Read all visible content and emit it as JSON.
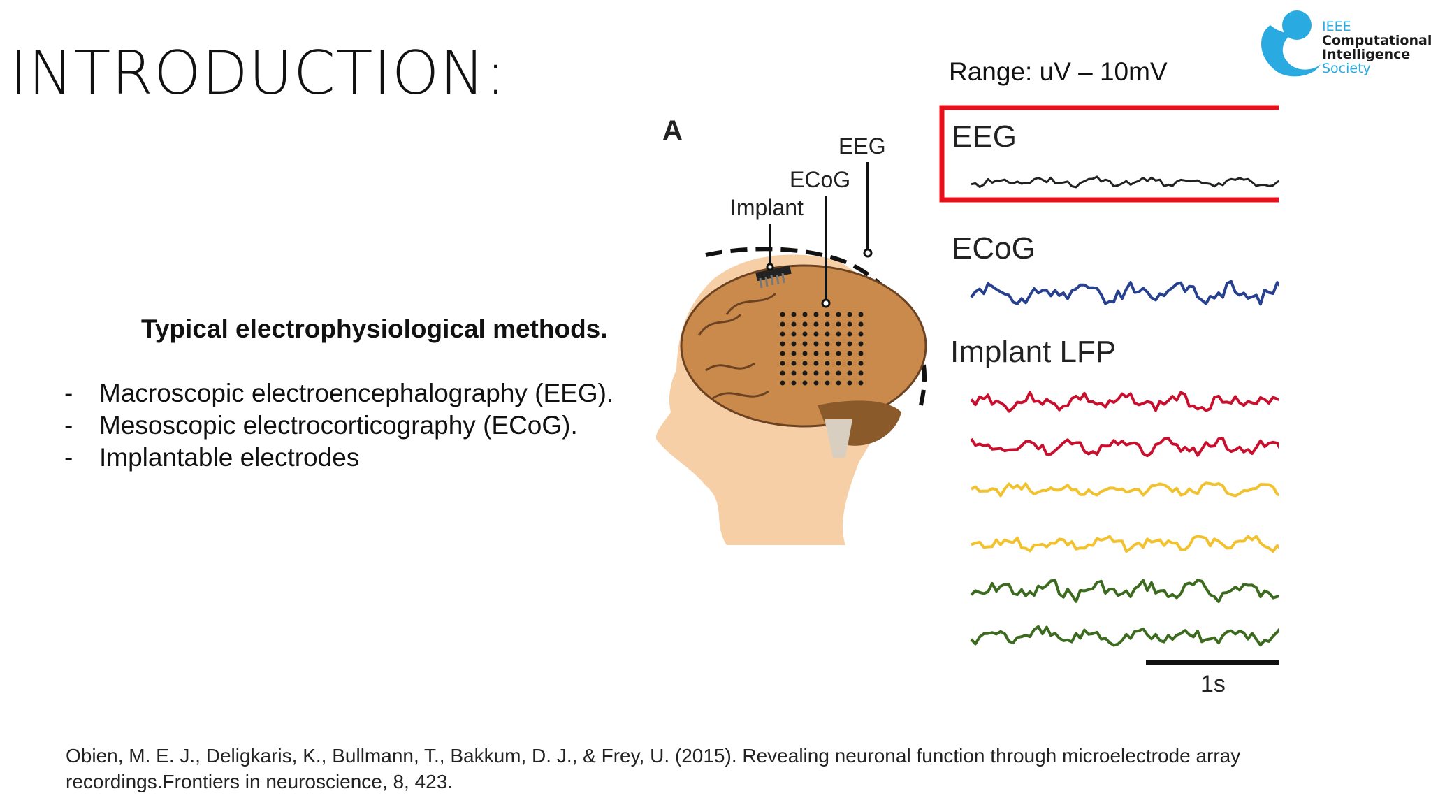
{
  "slide": {
    "title": "INTRODUCTION:",
    "range_label": "Range: uV – 10mV"
  },
  "logo": {
    "line1": "IEEE",
    "line2": "Computational",
    "line3": "Intelligence",
    "line4": "Society",
    "colors": {
      "blue": "#29abe2",
      "text": "#1a1a1a"
    }
  },
  "content": {
    "heading": "Typical electrophysiological methods.",
    "bullet_marker": "-",
    "bullets": [
      "Macroscopic electroencephalography (EEG).",
      "Mesoscopic electrocorticography (ECoG).",
      "Implantable electrodes"
    ]
  },
  "figure": {
    "panel_letter": "A",
    "head_labels": {
      "eeg": "EEG",
      "ecog": "ECoG",
      "implant": "Implant"
    },
    "trace_labels": {
      "eeg": "EEG",
      "ecog": "ECoG",
      "implant_lfp": "Implant LFP"
    },
    "scale_bar": "1s",
    "colors": {
      "highlight_box": "#e8101a",
      "eeg_trace": "#222222",
      "ecog_trace": "#27418f",
      "lfp_red": "#c8102e",
      "lfp_yellow": "#f2c12e",
      "lfp_green": "#3c6a1f",
      "skin": "#f6cfa6",
      "brain": "#c98a4b",
      "cerebellum": "#8a5a2b"
    }
  },
  "citation": {
    "line1": "Obien, M. E. J., Deligkaris, K., Bullmann, T., Bakkum, D. J., & Frey, U. (2015). Revealing neuronal function through microelectrode array",
    "line2": "recordings.Frontiers in neuroscience, 8, 423."
  }
}
